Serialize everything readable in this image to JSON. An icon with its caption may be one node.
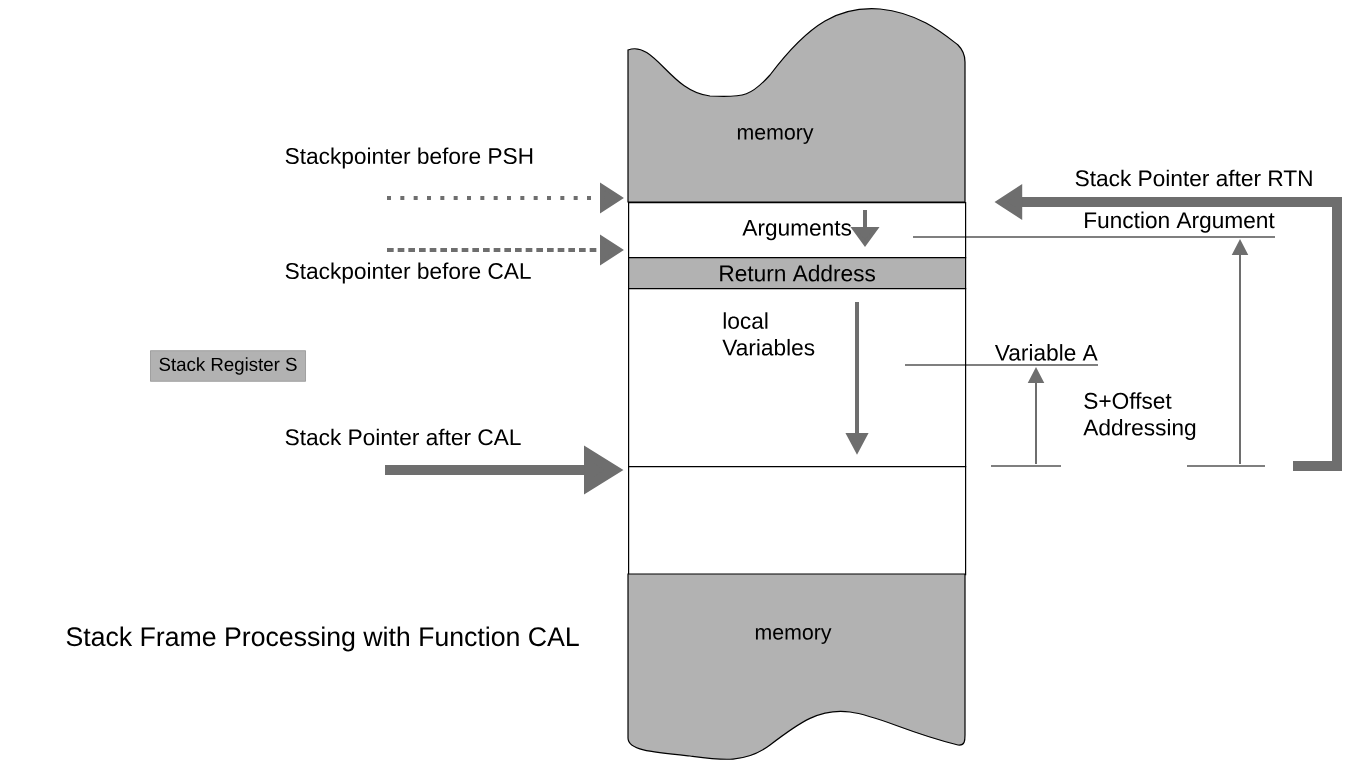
{
  "diagram": {
    "caption": "Stack Frame Processing with Function CAL",
    "nodes": [
      {
        "text": [
          "memory"
        ]
      },
      {
        "text": [
          "Arguments"
        ]
      },
      {
        "text": [
          "Return Address"
        ]
      },
      {
        "text": [
          "local Variables"
        ]
      },
      {
        "text": [],
        "shape": "box"
      },
      {
        "text": [
          "memory"
        ]
      },
      {
        "text": [
          "Stack Register S"
        ]
      },
      {
        "text": [
          "Function Argument"
        ]
      },
      {
        "text": [
          "Variable A"
        ]
      }
    ],
    "edges": [
      {
        "from": null,
        "to": 1,
        "arrow": "to",
        "label": "Stackpointer before PSH",
        "style": "dashed"
      },
      {
        "from": null,
        "to": 2,
        "arrow": "to",
        "label": "Stackpointer before CAL",
        "style": "dashed"
      },
      {
        "from": null,
        "to": 4,
        "arrow": "to",
        "label": "Stack Pointer after CAL",
        "style": "thick"
      },
      {
        "from": null,
        "to": 1,
        "arrow": "to",
        "label": "Stack Pointer after RTN",
        "style": "thick"
      },
      {
        "from": 7,
        "to": 1,
        "arrow": "none",
        "color": "#000000"
      },
      {
        "from": 8,
        "to": 3,
        "arrow": "none",
        "color": "#000000"
      },
      {
        "from": null,
        "to": 7,
        "arrow": "to"
      },
      {
        "from": null,
        "to": 8,
        "arrow": "to"
      }
    ],
    "labels": [
      "S+Offset Addressing"
    ]
  }
}
